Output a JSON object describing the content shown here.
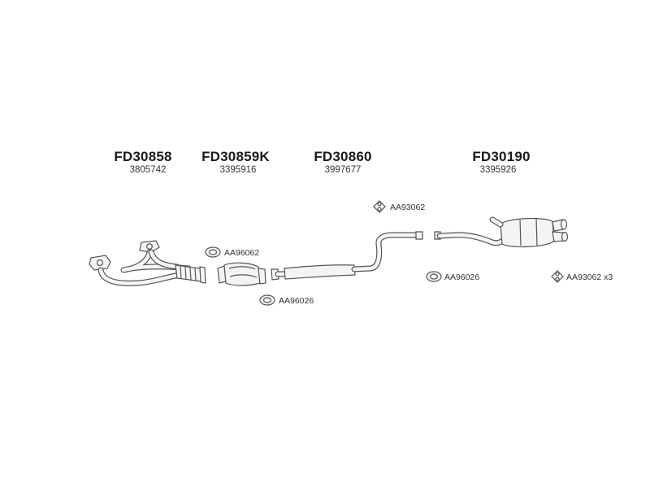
{
  "parts": [
    {
      "code": "FD30858",
      "ref": "3805742"
    },
    {
      "code": "FD30859K",
      "ref": "3395916"
    },
    {
      "code": "FD30860",
      "ref": "3997677"
    },
    {
      "code": "FD30190",
      "ref": "3395926"
    }
  ],
  "accessories": [
    {
      "label": "AA93062",
      "icon": "mounting-rubber-icon"
    },
    {
      "label": "AA96062",
      "icon": "gasket-icon"
    },
    {
      "label": "AA96026",
      "icon": "gasket-icon"
    },
    {
      "label": "AA96026",
      "icon": "gasket-icon"
    },
    {
      "label": "AA93062 x3",
      "icon": "mounting-rubber-icon"
    }
  ]
}
